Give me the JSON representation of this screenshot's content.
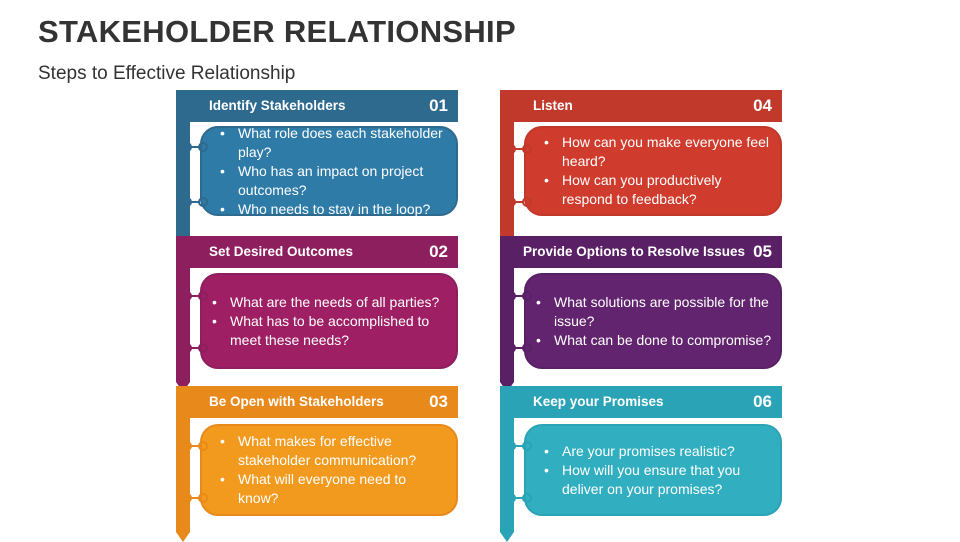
{
  "title": "STAKEHOLDER RELATIONSHIP",
  "subtitle": "Steps to Effective Relationship",
  "steps": [
    {
      "title": "Identify Stakeholders",
      "number": "01",
      "color": "#2E6A8E",
      "box_fill": "#2F7BA8",
      "items": [
        "What role does each stakeholder play?",
        "Who has an impact on project outcomes?",
        "Who needs to stay in the loop?"
      ]
    },
    {
      "title": "Set Desired Outcomes",
      "number": "02",
      "color": "#8E1F5F",
      "box_fill": "#9E1F63",
      "items": [
        "What are the needs of all parties?",
        "What has to be accomplished to meet these needs?"
      ]
    },
    {
      "title": "Be Open with Stakeholders",
      "number": "03",
      "color": "#E8891C",
      "box_fill": "#F29A1E",
      "items": [
        "What makes for effective stakeholder communication?",
        "What will everyone need to know?"
      ]
    },
    {
      "title": "Listen",
      "number": "04",
      "color": "#C0392B",
      "box_fill": "#CF3B2C",
      "items": [
        "How can you make everyone feel heard?",
        "How can you productively respond to feedback?"
      ]
    },
    {
      "title": "Provide Options to Resolve Issues",
      "number": "05",
      "color": "#5A2065",
      "box_fill": "#62246E",
      "items": [
        "What solutions are possible for the issue?",
        "What can be done to compromise?"
      ]
    },
    {
      "title": "Keep your Promises",
      "number": "06",
      "color": "#2BA3B6",
      "box_fill": "#31AFC0",
      "items": [
        "Are your promises realistic?",
        "How will you ensure that you deliver on your promises?"
      ]
    }
  ]
}
